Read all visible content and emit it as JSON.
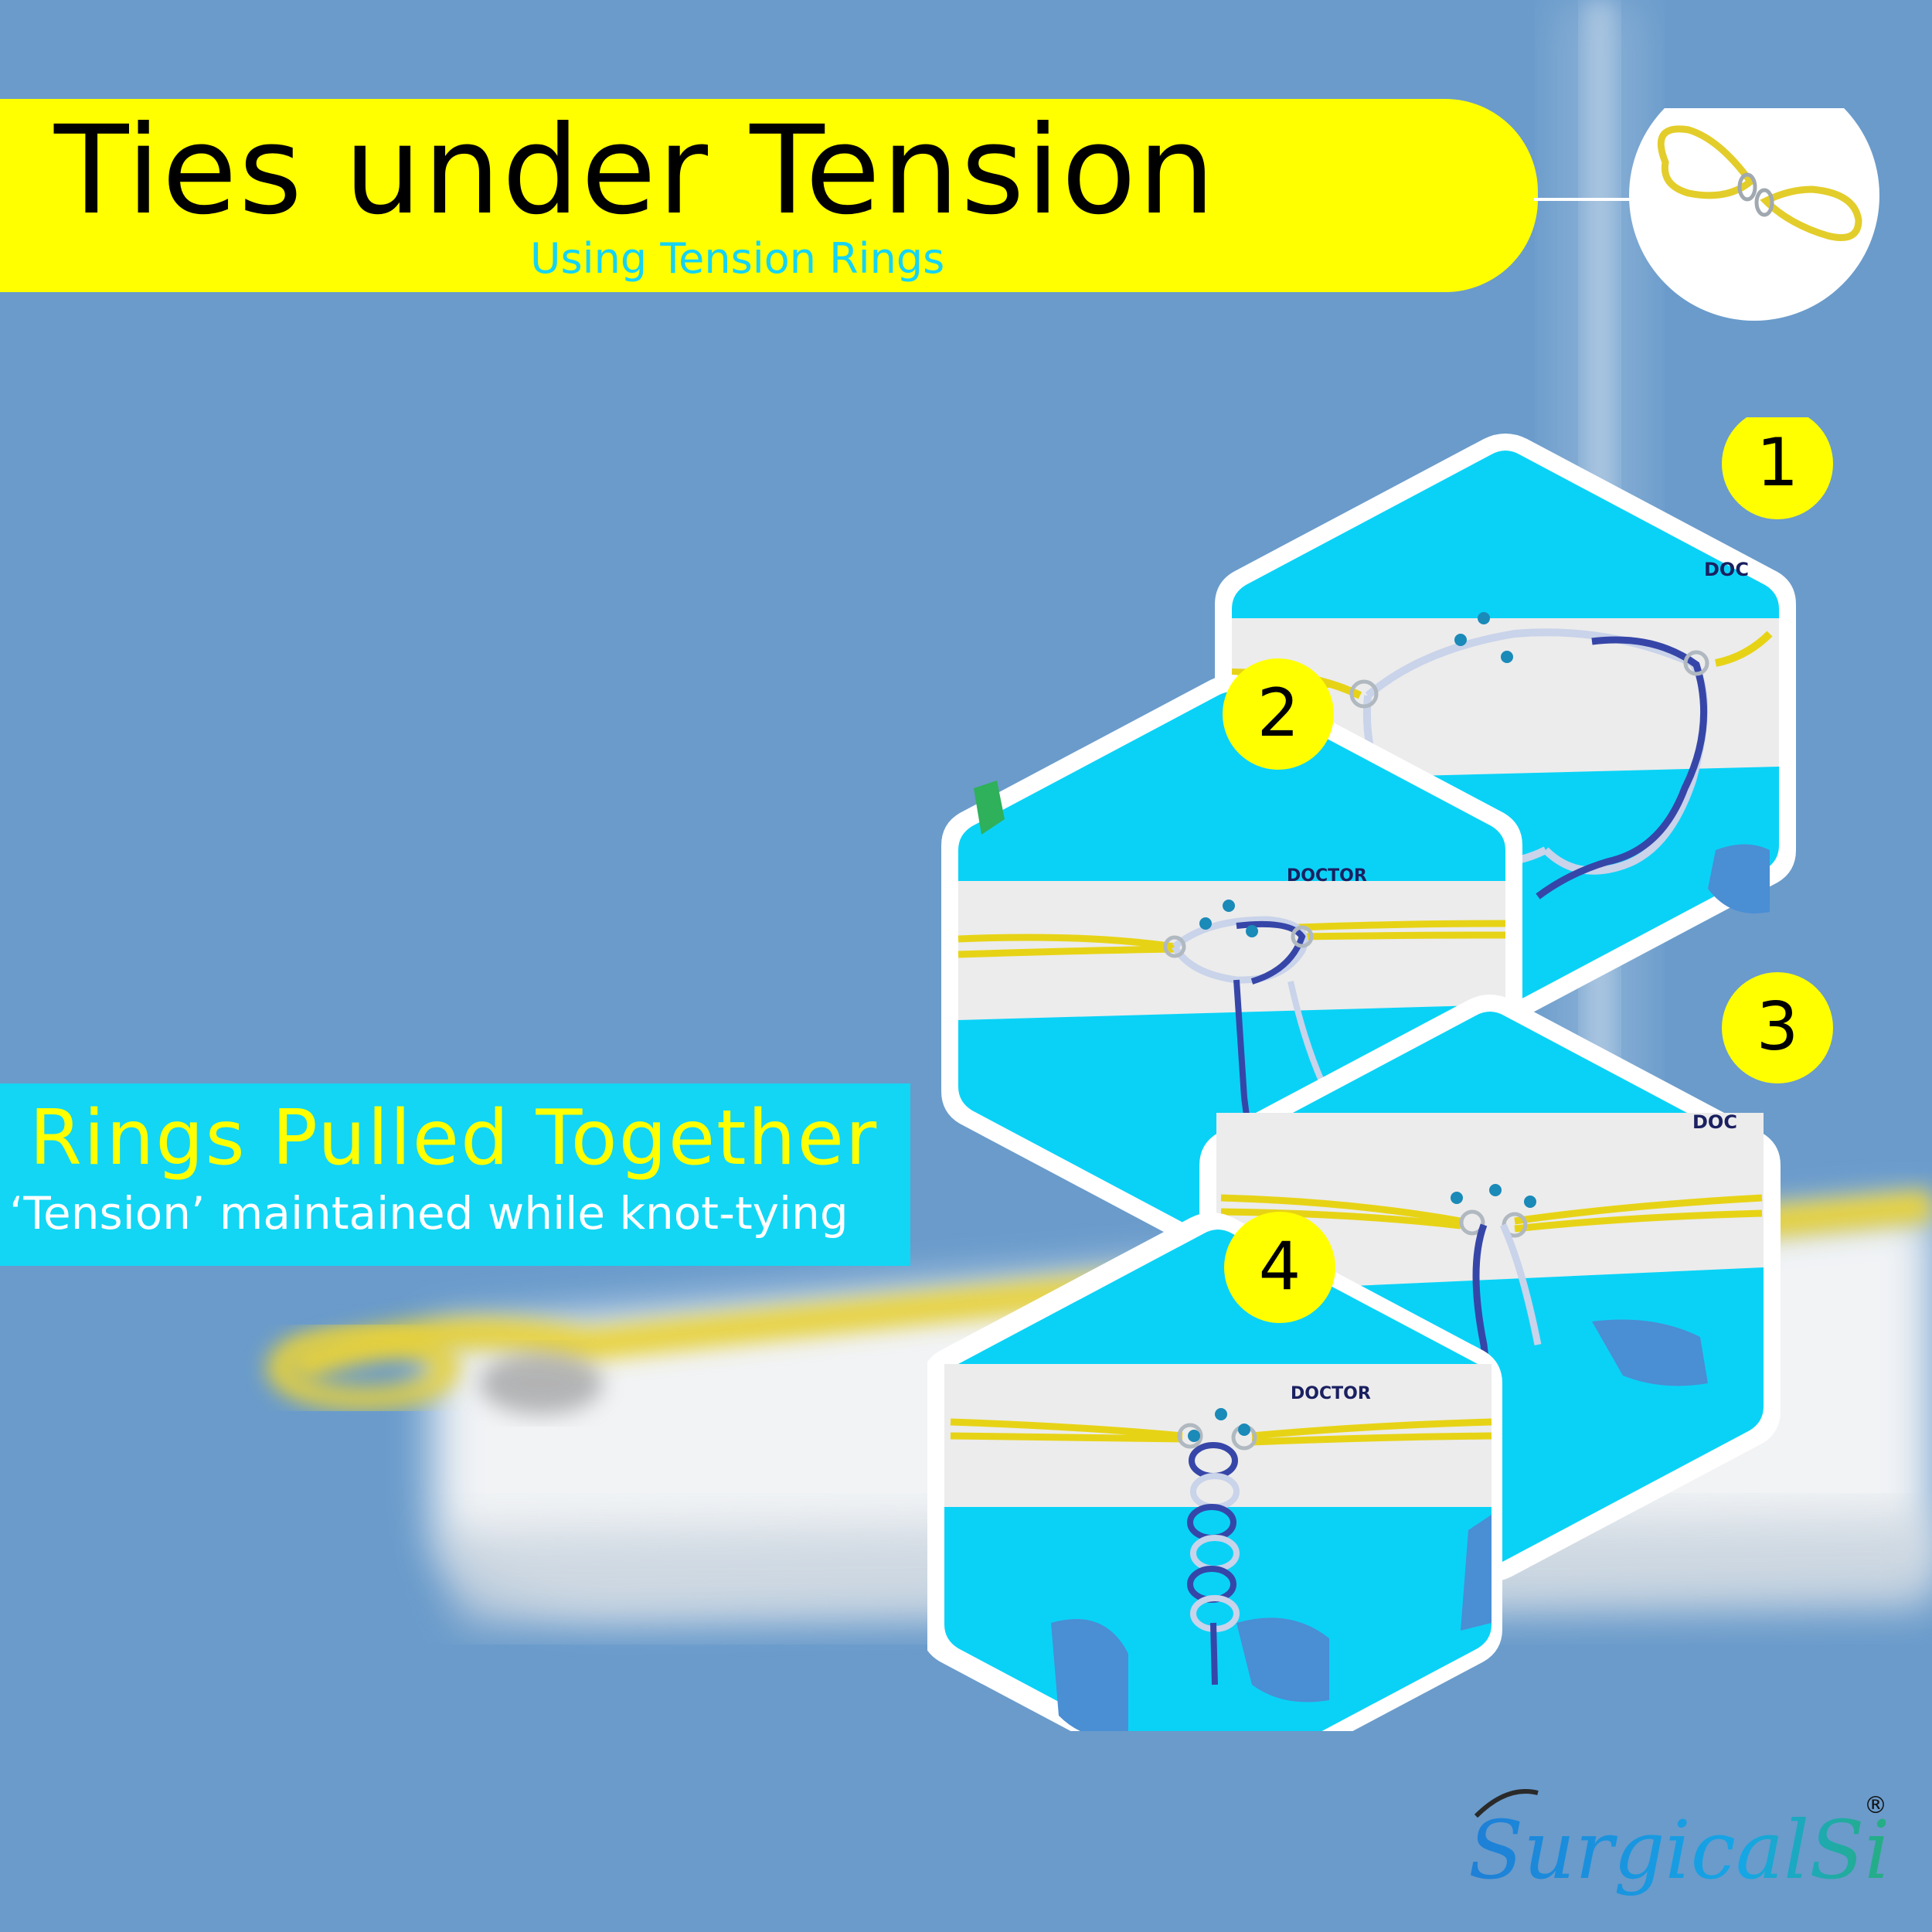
{
  "header": {
    "title": "Ties under Tension",
    "subtitle": "Using Tension Rings"
  },
  "callout": {
    "title": "Rings Pulled Together",
    "subtitle": "‘Tension’ maintained while knot-tying"
  },
  "steps": [
    {
      "number": "1"
    },
    {
      "number": "2"
    },
    {
      "number": "3"
    },
    {
      "number": "4"
    }
  ],
  "colors": {
    "background": "#6a9bcb",
    "banner": "#ffff00",
    "accent_cyan": "#12d6f4",
    "badge": "#ffff00",
    "board": "#ececec",
    "rubber": "#e7d316",
    "suture_blue": "#3646a8",
    "glove": "#4a8ed4"
  },
  "icons": {
    "tension_ring_thumbnail": "tension-ring-icon",
    "brand_logo": "surgicalsim-logo"
  }
}
